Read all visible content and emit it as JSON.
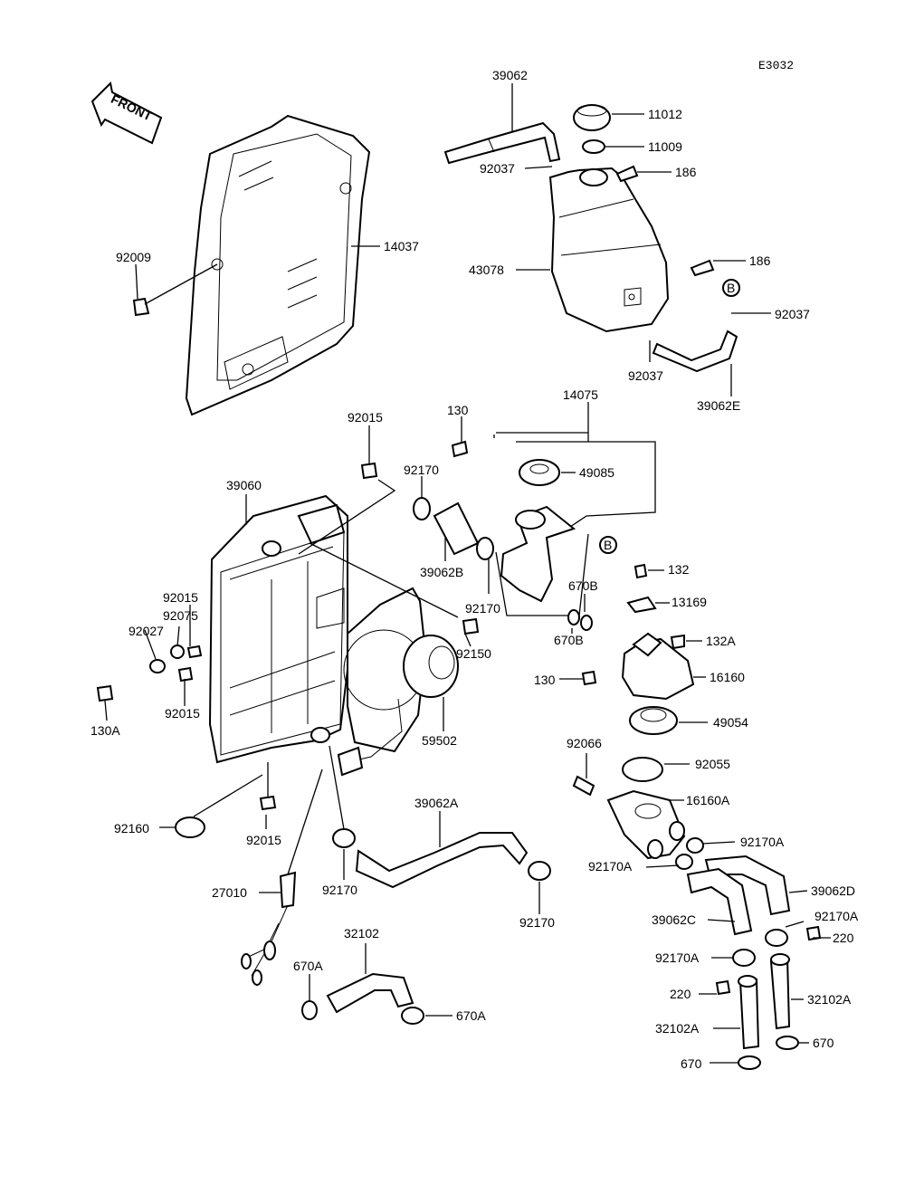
{
  "diagram_code": "E3032",
  "front_arrow_label": "FRONT",
  "callout_b_symbol": "B",
  "parts": [
    {
      "id": "p39062",
      "label": "39062"
    },
    {
      "id": "p11012",
      "label": "11012"
    },
    {
      "id": "p11009",
      "label": "11009"
    },
    {
      "id": "p92037a",
      "label": "92037"
    },
    {
      "id": "p186a",
      "label": "186"
    },
    {
      "id": "p92009",
      "label": "92009"
    },
    {
      "id": "p14037",
      "label": "14037"
    },
    {
      "id": "p43078",
      "label": "43078"
    },
    {
      "id": "p186b",
      "label": "186"
    },
    {
      "id": "p92037b",
      "label": "92037"
    },
    {
      "id": "p92037c",
      "label": "92037"
    },
    {
      "id": "p39062e",
      "label": "39062E"
    },
    {
      "id": "p92015a",
      "label": "92015"
    },
    {
      "id": "p130a",
      "label": "130"
    },
    {
      "id": "p14075",
      "label": "14075"
    },
    {
      "id": "p49085",
      "label": "49085"
    },
    {
      "id": "p92170a",
      "label": "92170"
    },
    {
      "id": "p39060",
      "label": "39060"
    },
    {
      "id": "p39062b",
      "label": "39062B"
    },
    {
      "id": "p92170b",
      "label": "92170"
    },
    {
      "id": "p132",
      "label": "132"
    },
    {
      "id": "p670b1",
      "label": "670B"
    },
    {
      "id": "p13169",
      "label": "13169"
    },
    {
      "id": "p92015b",
      "label": "92015"
    },
    {
      "id": "p92075",
      "label": "92075"
    },
    {
      "id": "p92027",
      "label": "92027"
    },
    {
      "id": "p670b2",
      "label": "670B"
    },
    {
      "id": "p132a",
      "label": "132A"
    },
    {
      "id": "p92150",
      "label": "92150"
    },
    {
      "id": "p130b",
      "label": "130"
    },
    {
      "id": "p16160",
      "label": "16160"
    },
    {
      "id": "p130A",
      "label": "130A"
    },
    {
      "id": "p92015c",
      "label": "92015"
    },
    {
      "id": "p49054",
      "label": "49054"
    },
    {
      "id": "p59502",
      "label": "59502"
    },
    {
      "id": "p92066",
      "label": "92066"
    },
    {
      "id": "p92055",
      "label": "92055"
    },
    {
      "id": "p39062a",
      "label": "39062A"
    },
    {
      "id": "p16160a",
      "label": "16160A"
    },
    {
      "id": "p92160",
      "label": "92160"
    },
    {
      "id": "p92015d",
      "label": "92015"
    },
    {
      "id": "p92170A1",
      "label": "92170A"
    },
    {
      "id": "p92170A2",
      "label": "92170A"
    },
    {
      "id": "p27010",
      "label": "27010"
    },
    {
      "id": "p92170c",
      "label": "92170"
    },
    {
      "id": "p39062d",
      "label": "39062D"
    },
    {
      "id": "p92170d",
      "label": "92170"
    },
    {
      "id": "p39062c",
      "label": "39062C"
    },
    {
      "id": "p92170A3",
      "label": "92170A"
    },
    {
      "id": "p32102",
      "label": "32102"
    },
    {
      "id": "p220a",
      "label": "220"
    },
    {
      "id": "p670a1",
      "label": "670A"
    },
    {
      "id": "p92170A4",
      "label": "92170A"
    },
    {
      "id": "p670a2",
      "label": "670A"
    },
    {
      "id": "p220b",
      "label": "220"
    },
    {
      "id": "p32102a1",
      "label": "32102A"
    },
    {
      "id": "p32102a2",
      "label": "32102A"
    },
    {
      "id": "p670c",
      "label": "670"
    },
    {
      "id": "p670d",
      "label": "670"
    }
  ]
}
